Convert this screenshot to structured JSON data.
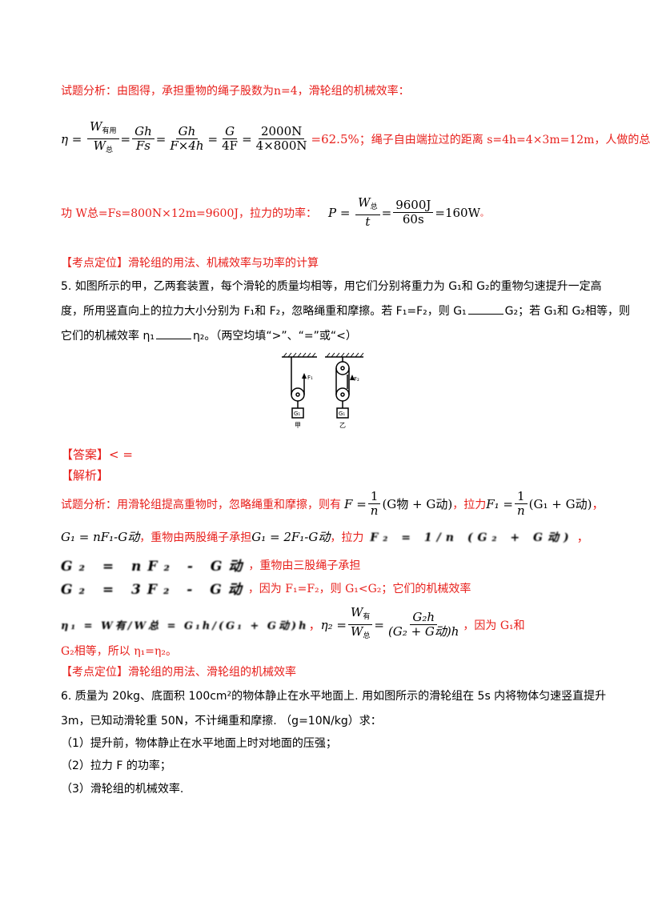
{
  "prev": {
    "analysis_intro": "试题分析：由图得，承担重物的绳子股数为n=4，滑轮组的机械效率：",
    "eff": {
      "eta": "η",
      "w_use": "W",
      "w_use_sub": "有用",
      "w_total": "W",
      "w_total_sub": "总",
      "gh": "Gh",
      "fs": "Fs",
      "f4h": "F×4h",
      "g": "G",
      "f4": "4F",
      "n2000": "2000N",
      "d4x800": "4×800N",
      "result": "=62.5%；"
    },
    "distance_text": "绳子自由端拉过的距离 s=4h=4×3m=12m，人做的总",
    "work_text": "功 W总=Fs=800N×12m=9600J，拉力的功率：",
    "power": {
      "p": "P",
      "w": "W",
      "w_sub": "总",
      "t": "t",
      "j": "9600J",
      "s": "60s",
      "result": "=160W",
      "dot": "。"
    },
    "kaodian": "【考点定位】滑轮组的用法、机械效率与功率的计算"
  },
  "q5": {
    "line1": "5. 如图所示的甲，乙两套装置，每个滑轮的质量均相等，用它们分别将重力为 G₁和 G₂的重物匀速提升一定高",
    "line2": "度，所用竖直向上的拉力大小分别为 F₁和 F₂，忽略绳重和摩擦。若 F₁=F₂，则 G₁",
    "line2b": "G₂；若 G₁和 G₂相等，则",
    "line3": "它们的机械效率 η₁",
    "line3b": "η₂。（两空均填“>”、“=”或“<）",
    "fig": {
      "f1": "F₁",
      "f2": "F₂",
      "g1": "G₁",
      "g2": "G₁",
      "jia": "甲",
      "yi": "乙"
    },
    "answer": "【答案】< =",
    "jiexi": "【解析】",
    "a1_pre": "试题分析：用滑轮组提高重物时，忽略绳重和摩擦，则有",
    "a1_f": "F",
    "a1_one": "1",
    "a1_n": "n",
    "a1_paren": "(G物 + G动)",
    "a1_mid": "，拉力",
    "a1_f1": "F₁",
    "a1_paren2": "(G₁ + G动)",
    "a1_end": "，",
    "a2_eq": "G₁ = nF₁-G动",
    "a2_mid": "，重物由两股绳子承担",
    "a2_eq2": "G₁ = 2F₁-G动",
    "a2_end": "，拉力",
    "a2_blur": "F₂ = 1/n (G₂ + G动)",
    "a2_comma": "，",
    "a3_blur": "G₂ = nF₂ - G动",
    "a3_text": "，重物由三股绳子承担",
    "a4_blur": "G₂ = 3F₂ - G动",
    "a4_text": "，因为 F₁=F₂，则 G₁<G₂；它们的机械效率",
    "a5_blur": "η₁ = W有/W总 = G₁h/(G₁ + G动)h",
    "a5_sep": "，",
    "a5_eta2": "η₂ =",
    "a5_w": "W",
    "a5_w_sub": "有",
    "a5_wt": "W",
    "a5_wt_sub": "总",
    "a5_gh": "G₂h",
    "a5_den": "(G₂ + G动)h",
    "a5_end": "，因为 G₁和",
    "a6": "G₂相等，所以 η₁=η₂。",
    "kaodian": "【考点定位】滑轮组的用法、滑轮组的机械效率"
  },
  "q6": {
    "line1": "6. 质量为 20kg、底面积 100cm²的物体静止在水平地面上. 用如图所示的滑轮组在 5s 内将物体匀速竖直提升",
    "line2": "3m，已知动滑轮重 50N，不计绳重和摩擦. （g=10N/kg）求：",
    "sub1": "（1）提升前，物体静止在水平地面上时对地面的压强；",
    "sub2": "（2）拉力 F 的功率；",
    "sub3": "（3）滑轮组的机械效率."
  }
}
